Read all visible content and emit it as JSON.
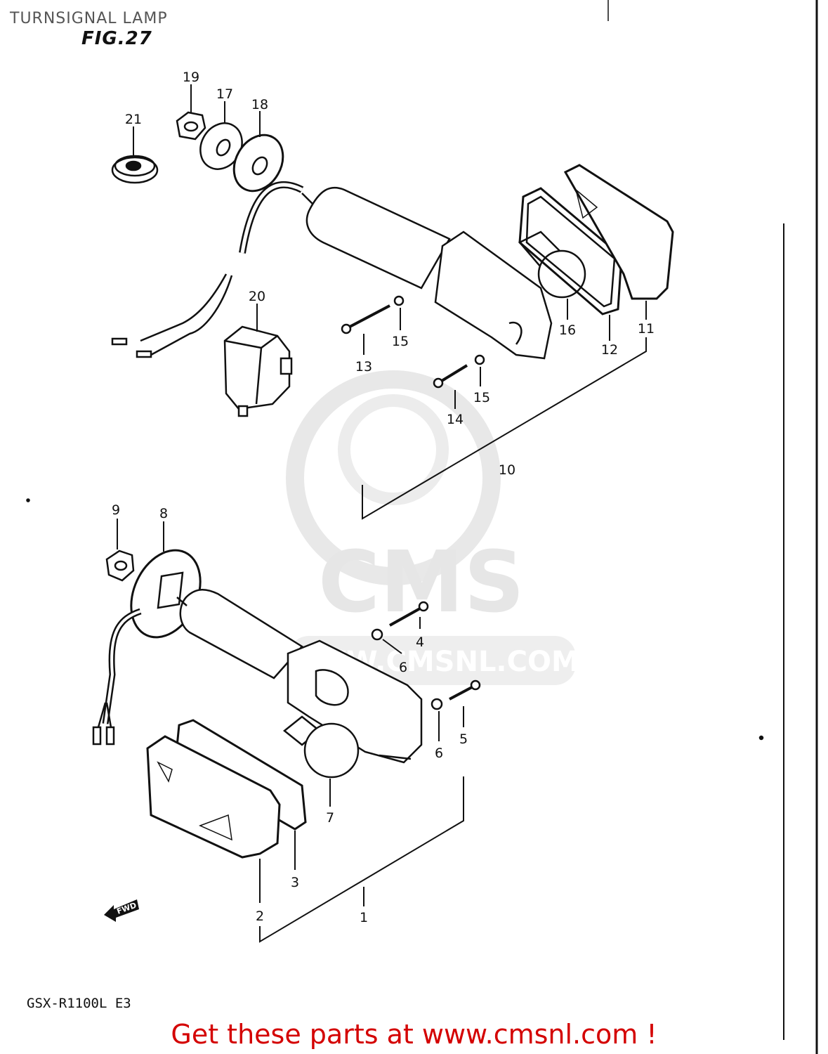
{
  "page": {
    "title": "TURNSIGNAL LAMP",
    "figure": "FIG.27",
    "model": "GSX-R1100L E3",
    "footer": "Get these parts at www.cmsnl.com !"
  },
  "watermark": {
    "brand": "CMS",
    "url": "WWW.CMSNL.COM"
  },
  "fwd_arrow": "FWD",
  "callouts": [
    {
      "id": "19",
      "label": "19"
    },
    {
      "id": "17",
      "label": "17"
    },
    {
      "id": "18",
      "label": "18"
    },
    {
      "id": "21",
      "label": "21"
    },
    {
      "id": "20",
      "label": "20"
    },
    {
      "id": "16",
      "label": "16"
    },
    {
      "id": "12",
      "label": "12"
    },
    {
      "id": "11",
      "label": "11"
    },
    {
      "id": "13",
      "label": "13"
    },
    {
      "id": "15a",
      "label": "15"
    },
    {
      "id": "15b",
      "label": "15"
    },
    {
      "id": "14",
      "label": "14"
    },
    {
      "id": "10",
      "label": "10"
    },
    {
      "id": "9",
      "label": "9"
    },
    {
      "id": "8",
      "label": "8"
    },
    {
      "id": "4",
      "label": "4"
    },
    {
      "id": "6a",
      "label": "6"
    },
    {
      "id": "6b",
      "label": "6"
    },
    {
      "id": "5",
      "label": "5"
    },
    {
      "id": "7",
      "label": "7"
    },
    {
      "id": "3",
      "label": "3"
    },
    {
      "id": "2",
      "label": "2"
    },
    {
      "id": "1",
      "label": "1"
    }
  ]
}
